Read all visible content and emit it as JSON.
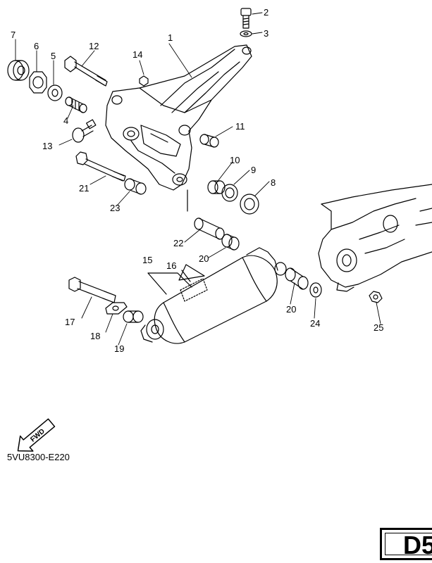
{
  "diagram": {
    "drawing_code": "5VU8300-E220",
    "page_code": "D5",
    "fwd_label": "FWD",
    "part_labels": {
      "p1": "1",
      "p2": "2",
      "p3": "3",
      "p4": "4",
      "p5": "5",
      "p6": "6",
      "p7": "7",
      "p8": "8",
      "p9": "9",
      "p10": "10",
      "p11": "11",
      "p12": "12",
      "p13": "13",
      "p14": "14",
      "p15": "15",
      "p16": "16",
      "p17": "17",
      "p18": "18",
      "p19": "19",
      "p20a": "20",
      "p20b": "20",
      "p21": "21",
      "p22": "22",
      "p23": "23",
      "p24": "24",
      "p25": "25"
    }
  }
}
